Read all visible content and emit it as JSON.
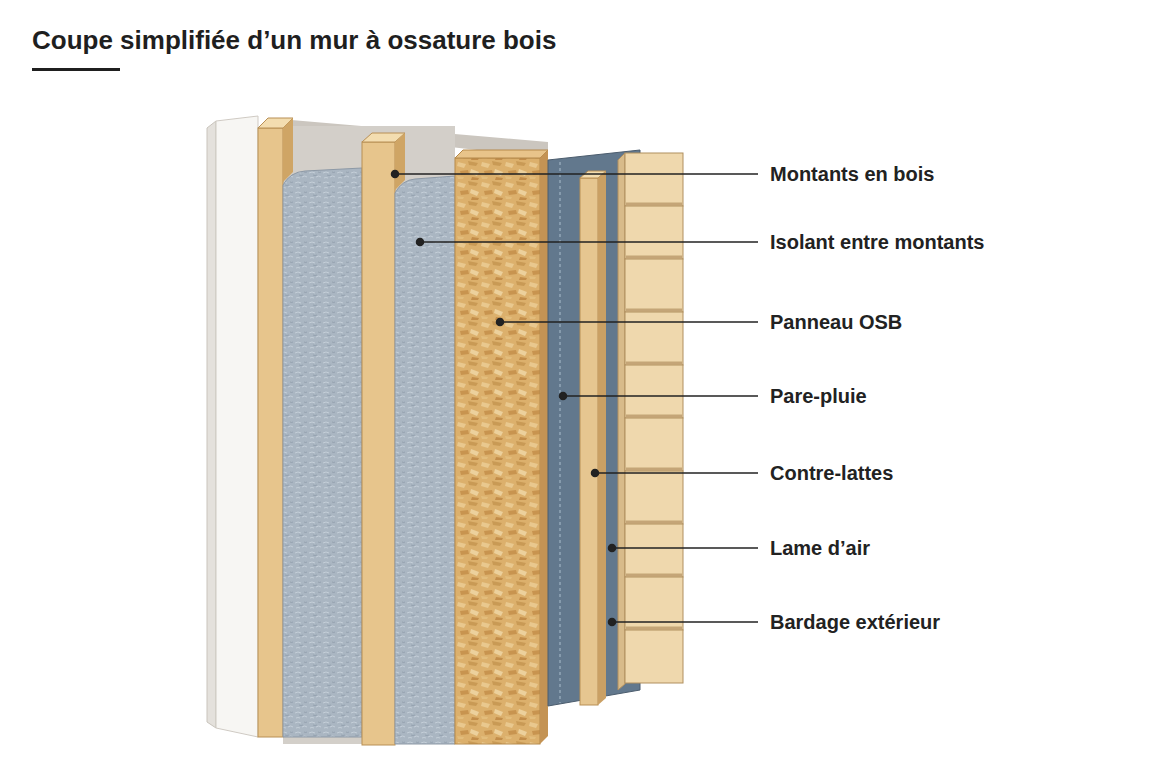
{
  "diagram": {
    "title": "Coupe simplifiée d’un mur à ossature bois",
    "labels": [
      "Montants en bois",
      "Isolant entre montants",
      "Panneau OSB",
      "Pare-pluie",
      "Contre-lattes",
      "Lame d’air",
      "Bardage extérieur"
    ]
  }
}
